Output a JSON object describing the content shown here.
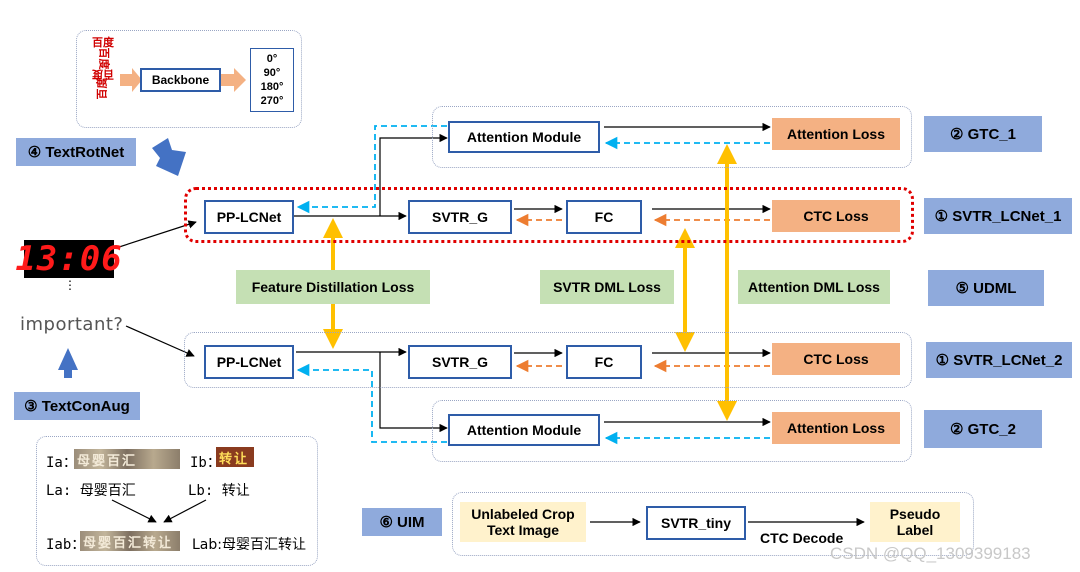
{
  "textrotnet": {
    "samples": [
      "百度",
      "百度",
      "百度",
      "百度"
    ],
    "backbone": "Backbone",
    "angles": [
      "0°",
      "90°",
      "180°",
      "270°"
    ],
    "tag": "④ TextRotNet"
  },
  "clock_text": "13:06",
  "ellipsis": "⋮",
  "important_text": "important?",
  "textconaug": {
    "tag": "③ TextConAug",
    "ia_label": "Ia：",
    "ia_sample": "母婴百汇",
    "ib_label": "Ib：",
    "ib_sample": "转让",
    "la": "La: 母婴百汇",
    "lb": "Lb: 转让",
    "iab_label": "Iab：",
    "iab_sample": "母婴百汇转让",
    "lab": "Lab:母婴百汇转让"
  },
  "branch1": {
    "attention_module": "Attention Module",
    "attention_loss": "Attention Loss",
    "tag_gtc": "② GTC_1",
    "pp_lcnet": "PP-LCNet",
    "svtr_g": "SVTR_G",
    "fc": "FC",
    "ctc_loss": "CTC Loss",
    "tag_svtr": "① SVTR_LCNet_1"
  },
  "branch2": {
    "pp_lcnet": "PP-LCNet",
    "svtr_g": "SVTR_G",
    "fc": "FC",
    "ctc_loss": "CTC Loss",
    "tag_svtr": "① SVTR_LCNet_2",
    "attention_module": "Attention Module",
    "attention_loss": "Attention Loss",
    "tag_gtc": "② GTC_2"
  },
  "distill": {
    "feature": "Feature Distillation Loss",
    "svtr_dml": "SVTR DML Loss",
    "attention_dml": "Attention DML Loss",
    "udml_tag": "⑤ UDML"
  },
  "uim": {
    "tag": "⑥ UIM",
    "input": "Unlabeled Crop Text Image",
    "model": "SVTR_tiny",
    "decode": "CTC Decode",
    "output": "Pseudo Label"
  },
  "watermark": "CSDN @QQ_1309399183",
  "colors": {
    "node_border": "#2e5ca8",
    "loss_fill": "#f4b183",
    "tag_fill": "#8faadc",
    "distill_fill": "#c5e0b4",
    "uim_fill": "#fff2cc",
    "distill_arrow": "#ffc000",
    "dash_blue": "#00b0f0",
    "dash_orange": "#ed7d31",
    "highlight_border": "#e00000"
  }
}
